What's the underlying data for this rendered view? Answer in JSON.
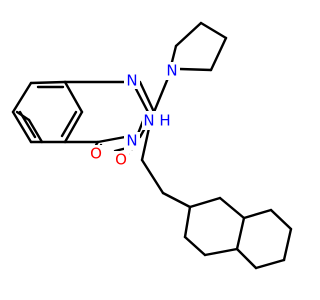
{
  "molecule": {
    "atom_labels": {
      "n_ring_1": "N",
      "n_ring_3": "N",
      "n_pyrrolidine": "N",
      "n_amide": "N",
      "h_amide": "H",
      "o_ring": "O",
      "o_amide": "O"
    },
    "colors": {
      "bond": "#000000",
      "nitrogen": "#0000ff",
      "oxygen": "#ff0000",
      "background": "#ffffff"
    }
  }
}
